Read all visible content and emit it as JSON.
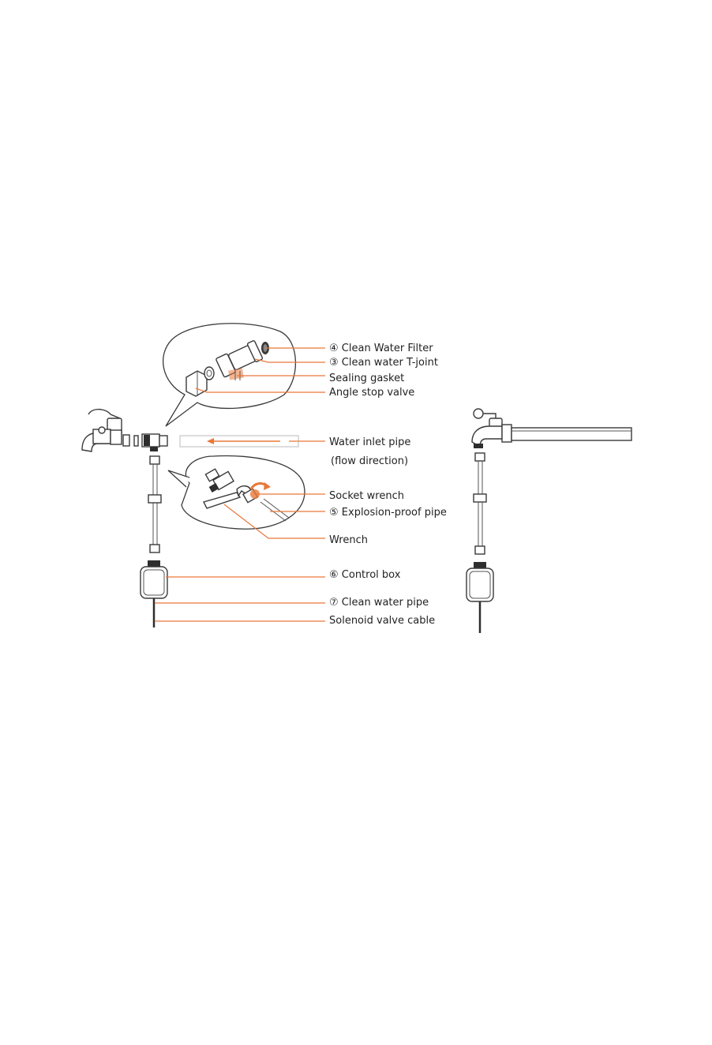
{
  "colors": {
    "accent": "#E9783A",
    "line": "#3a3a3a",
    "text": "#222222"
  },
  "labels": {
    "clean_water_filter": "④ Clean Water Filter",
    "clean_water_tjoint": "③ Clean water T-joint",
    "sealing_gasket": "Sealing gasket",
    "angle_stop_valve": "Angle stop valve",
    "water_inlet_pipe": "Water inlet pipe",
    "flow_direction": "(flow direction)",
    "socket_wrench": "Socket wrench",
    "explosion_proof_pipe": "⑤ Explosion-proof pipe",
    "wrench": "Wrench",
    "control_box": "⑥ Control box",
    "clean_water_pipe": "⑦ Clean water pipe",
    "solenoid_valve_cable": "Solenoid valve cable"
  }
}
